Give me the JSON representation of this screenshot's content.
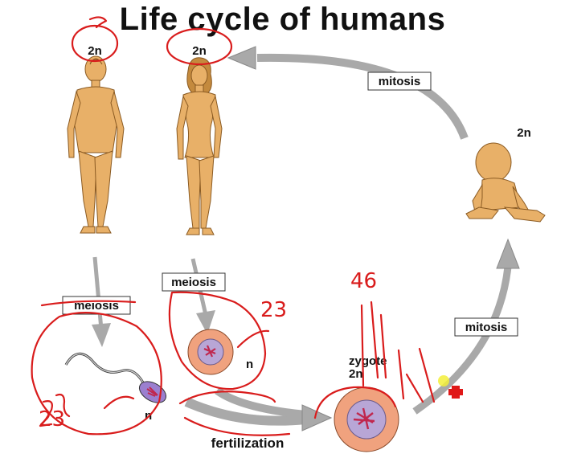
{
  "title": "Life cycle of humans",
  "labels": {
    "man_ploidy": "2n",
    "woman_ploidy": "2n",
    "baby_ploidy": "2n",
    "sperm_ploidy": "n",
    "egg_ploidy": "n",
    "zygote": "zygote",
    "zygote_ploidy": "2n"
  },
  "processes": {
    "mitosis_top": "mitosis",
    "mitosis_right": "mitosis",
    "meiosis_male": "meiosis",
    "meiosis_female": "meiosis",
    "fertilization": "fertilization"
  },
  "annotations": {
    "egg_chromosomes": "23",
    "zygote_chromosomes": "46",
    "sperm_chromosomes": "23"
  },
  "colors": {
    "skin": "#e8b068",
    "skin_outline": "#8a5a22",
    "cell_outer": "#f0a27e",
    "cell_inner": "#b8a6d6",
    "sperm_head": "#9b7fcf",
    "chromosome": "#c0274e",
    "arrow_gray": "#a9a9a9",
    "ink_red": "#d91c1c",
    "highlight_yellow": "#f3ee3a"
  }
}
